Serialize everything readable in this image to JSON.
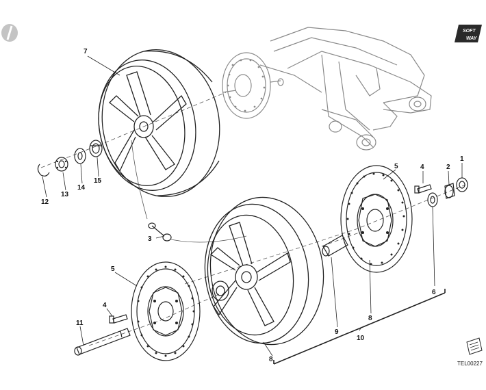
{
  "diagram": {
    "reference_code": "TEL00227",
    "brand_logo": {
      "line1": "SOFT",
      "line2": "WAY"
    },
    "callouts": {
      "c1": "1",
      "c2": "2",
      "c3": "3",
      "c4a": "4",
      "c4b": "4",
      "c5a": "5",
      "c5b": "5",
      "c6": "6",
      "c7": "7",
      "c8a": "8",
      "c8b": "8",
      "c9": "9",
      "c10": "10",
      "c11": "11",
      "c12": "12",
      "c13": "13",
      "c14": "14",
      "c15": "15"
    },
    "colors": {
      "line": "#222222",
      "ghost": "#8a8a8a",
      "badge": "#bdbdbd"
    },
    "icons": [
      "manual-badge-icon",
      "softway-logo-icon",
      "page-corner-icon"
    ]
  }
}
